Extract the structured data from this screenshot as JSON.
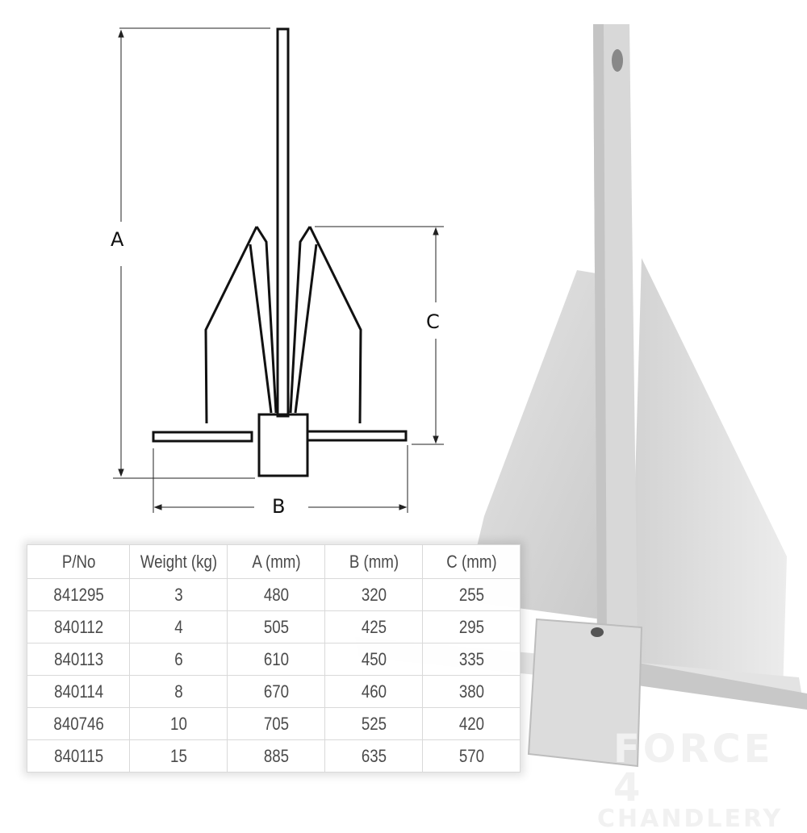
{
  "diagram": {
    "dimension_labels": {
      "a": "A",
      "b": "B",
      "c": "C"
    }
  },
  "watermark": {
    "line1": "FORCE 4",
    "line2": "CHANDLERY"
  },
  "spec_table": {
    "headers": [
      "P/No",
      "Weight (kg)",
      "A (mm)",
      "B (mm)",
      "C (mm)"
    ],
    "rows": [
      [
        "841295",
        "3",
        "480",
        "320",
        "255"
      ],
      [
        "840112",
        "4",
        "505",
        "425",
        "295"
      ],
      [
        "840113",
        "6",
        "610",
        "450",
        "335"
      ],
      [
        "840114",
        "8",
        "670",
        "460",
        "380"
      ],
      [
        "840746",
        "10",
        "705",
        "525",
        "420"
      ],
      [
        "840115",
        "15",
        "885",
        "635",
        "570"
      ]
    ]
  },
  "chart_data": {
    "type": "table",
    "title": "Anchor dimensions",
    "columns": [
      "P/No",
      "Weight (kg)",
      "A (mm)",
      "B (mm)",
      "C (mm)"
    ],
    "rows": [
      [
        "841295",
        3,
        480,
        320,
        255
      ],
      [
        "840112",
        4,
        505,
        425,
        295
      ],
      [
        "840113",
        6,
        610,
        450,
        335
      ],
      [
        "840114",
        8,
        670,
        460,
        380
      ],
      [
        "840746",
        10,
        705,
        525,
        420
      ],
      [
        "840115",
        15,
        885,
        635,
        570
      ]
    ]
  }
}
